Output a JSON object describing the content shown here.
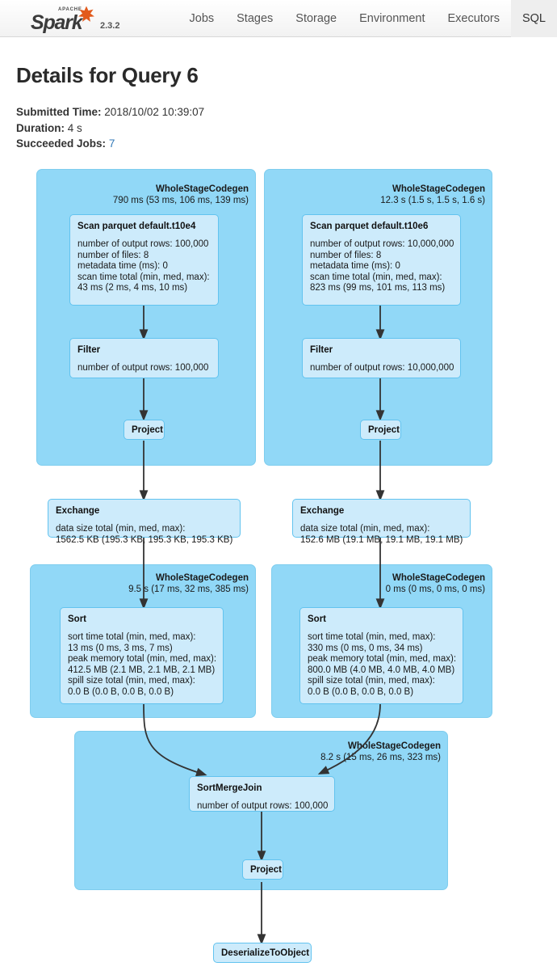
{
  "navbar": {
    "brand": {
      "apache": "APACHE",
      "name": "Spark",
      "version": "2.3.2",
      "star_color": "#e25a1c"
    },
    "links": [
      {
        "label": "Jobs",
        "active": false
      },
      {
        "label": "Stages",
        "active": false
      },
      {
        "label": "Storage",
        "active": false
      },
      {
        "label": "Environment",
        "active": false
      },
      {
        "label": "Executors",
        "active": false
      },
      {
        "label": "SQL",
        "active": true
      }
    ]
  },
  "header": {
    "title": "Details for Query 6",
    "submitted_label": "Submitted Time:",
    "submitted_value": "2018/10/02 10:39:07",
    "duration_label": "Duration:",
    "duration_value": "4 s",
    "jobs_label": "Succeeded Jobs:",
    "jobs_value": "7"
  },
  "colors": {
    "cluster_fill": "#91d8f7",
    "cluster_border": "#7fcdee",
    "node_fill": "#cdebfb",
    "node_border": "#62c3ef",
    "edge": "#333333",
    "link": "#337ab7"
  },
  "graph": {
    "clusters": [
      {
        "id": "wsc-left-scan",
        "title": "WholeStageCodegen",
        "timing": "790 ms (53 ms, 106 ms, 139 ms)"
      },
      {
        "id": "wsc-right-scan",
        "title": "WholeStageCodegen",
        "timing": "12.3 s (1.5 s, 1.5 s, 1.6 s)"
      },
      {
        "id": "wsc-left-sort",
        "title": "WholeStageCodegen",
        "timing": "9.5 s (17 ms, 32 ms, 385 ms)"
      },
      {
        "id": "wsc-right-sort",
        "title": "WholeStageCodegen",
        "timing": "0 ms (0 ms, 0 ms, 0 ms)"
      },
      {
        "id": "wsc-join",
        "title": "WholeStageCodegen",
        "timing": "8.2 s (15 ms, 26 ms, 323 ms)"
      }
    ],
    "nodes": [
      {
        "id": "scan-left",
        "title": "Scan parquet default.t10e4",
        "metrics": [
          "number of output rows: 100,000",
          "number of files: 8",
          "metadata time (ms): 0",
          "scan time total (min, med, max):",
          "43 ms (2 ms, 4 ms, 10 ms)"
        ]
      },
      {
        "id": "scan-right",
        "title": "Scan parquet default.t10e6",
        "metrics": [
          "number of output rows: 10,000,000",
          "number of files: 8",
          "metadata time (ms): 0",
          "scan time total (min, med, max):",
          "823 ms (99 ms, 101 ms, 113 ms)"
        ]
      },
      {
        "id": "filter-left",
        "title": "Filter",
        "metrics": [
          "number of output rows: 100,000"
        ]
      },
      {
        "id": "filter-right",
        "title": "Filter",
        "metrics": [
          "number of output rows: 10,000,000"
        ]
      },
      {
        "id": "project-left",
        "title": "Project",
        "metrics": []
      },
      {
        "id": "project-right",
        "title": "Project",
        "metrics": []
      },
      {
        "id": "exchange-left",
        "title": "Exchange",
        "metrics": [
          "data size total (min, med, max):",
          "1562.5 KB (195.3 KB, 195.3 KB, 195.3 KB)"
        ]
      },
      {
        "id": "exchange-right",
        "title": "Exchange",
        "metrics": [
          "data size total (min, med, max):",
          "152.6 MB (19.1 MB, 19.1 MB, 19.1 MB)"
        ]
      },
      {
        "id": "sort-left",
        "title": "Sort",
        "metrics": [
          "sort time total (min, med, max):",
          "13 ms (0 ms, 3 ms, 7 ms)",
          "peak memory total (min, med, max):",
          "412.5 MB (2.1 MB, 2.1 MB, 2.1 MB)",
          "spill size total (min, med, max):",
          "0.0 B (0.0 B, 0.0 B, 0.0 B)"
        ]
      },
      {
        "id": "sort-right",
        "title": "Sort",
        "metrics": [
          "sort time total (min, med, max):",
          "330 ms (0 ms, 0 ms, 34 ms)",
          "peak memory total (min, med, max):",
          "800.0 MB (4.0 MB, 4.0 MB, 4.0 MB)",
          "spill size total (min, med, max):",
          "0.0 B (0.0 B, 0.0 B, 0.0 B)"
        ]
      },
      {
        "id": "sortmergejoin",
        "title": "SortMergeJoin",
        "metrics": [
          "number of output rows: 100,000"
        ]
      },
      {
        "id": "project-join",
        "title": "Project",
        "metrics": []
      },
      {
        "id": "deserialize",
        "title": "DeserializeToObject",
        "metrics": []
      }
    ]
  }
}
